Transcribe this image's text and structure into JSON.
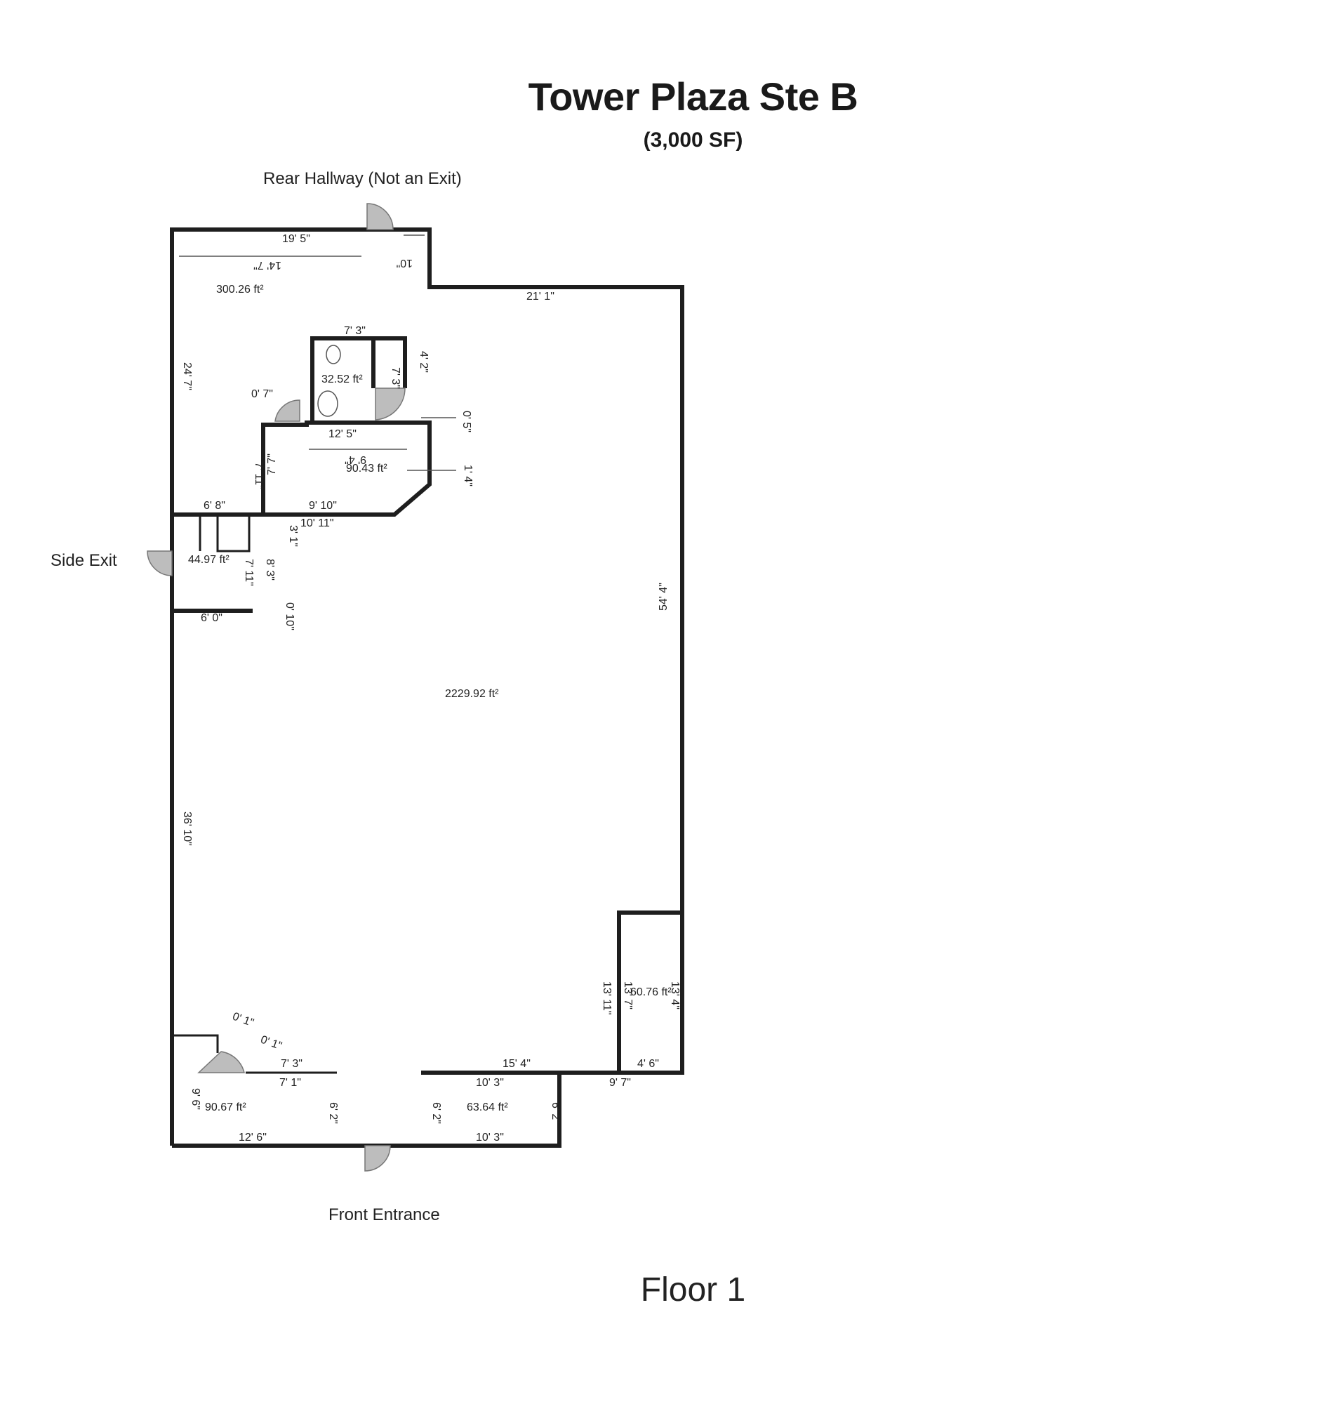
{
  "title": "Tower Plaza Ste B",
  "subtitle": "(3,000 SF)",
  "floor_label": "Floor 1",
  "labels": {
    "rear_hallway": "Rear Hallway (Not an Exit)",
    "side_exit": "Side Exit",
    "front_entrance": "Front Entrance"
  },
  "areas": {
    "rear_room": "300.26 ft²",
    "restroom": "32.52 ft²",
    "corridor": "90.43 ft²",
    "side_vestibule": "44.97 ft²",
    "main_space": "2229.92 ft²",
    "corner_room": "60.76 ft²",
    "front_left": "90.67 ft²",
    "front_right": "63.64 ft²"
  },
  "dimensions": {
    "top_width": "19' 5\"",
    "top_inner": "14' 7\"",
    "top_small": "10\"",
    "right_top": "21' 1\"",
    "rear_left": "24' 7\"",
    "restroom_top": "7' 3\"",
    "restroom_side": "4' 2\"",
    "restroom_inner": "7' 3\"",
    "door_stub": "0' 7\"",
    "corridor_width": "12' 5\"",
    "corridor_inner": "9' 4\"",
    "corridor_left": "7' 11\"",
    "corridor_left2": "7' 7\"",
    "right_stub": "0' 5\"",
    "stub_14": "1' 4\"",
    "side_68": "6' 8\"",
    "side_910": "9' 10\"",
    "side_1011": "10' 11\"",
    "side_31": "3' 1\"",
    "side_83": "8' 3\"",
    "side_711": "7' 11\"",
    "side_60": "6' 0\"",
    "side_010": "0' 10\"",
    "right_wall": "54' 4\"",
    "left_wall": "36' 10\"",
    "corner_left": "13' 11\"",
    "corner_inner": "13' 7\"",
    "corner_right": "13' 4\"",
    "bottom_154": "15' 4\"",
    "bottom_46": "4' 6\"",
    "bottom_97": "9' 7\"",
    "front_73": "7' 3\"",
    "front_71": "7' 1\"",
    "front_1036": "10' 3\"",
    "front_1037": "10' 3\"",
    "front_62a": "6' 2\"",
    "front_62b": "6' 2\"",
    "front_62c": "6' 2\"",
    "front_126": "12' 6\"",
    "front_96": "9' 6\"",
    "front_01": "0' 1\"",
    "front_02": "0' 1\""
  }
}
